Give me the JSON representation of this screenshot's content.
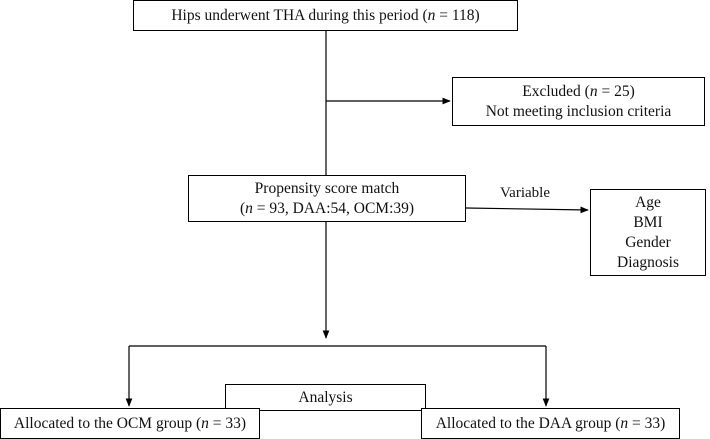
{
  "nodes": {
    "hips": {
      "pre": "Hips underwent THA during this period (",
      "n": "n",
      "post": " = 118)"
    },
    "excluded": {
      "line1_pre": "Excluded (",
      "n": "n",
      "line1_post": " = 25)",
      "line2": "Not meeting inclusion criteria"
    },
    "psm": {
      "line1": "Propensity score match",
      "line2_pre": "(",
      "n": "n",
      "line2_post": " = 93, DAA:54, OCM:39)"
    },
    "variables": {
      "items": [
        "Age",
        "BMI",
        "Gender",
        "Diagnosis"
      ]
    },
    "analysis": {
      "label": "Analysis"
    },
    "ocm": {
      "pre": "Allocated to the OCM group (",
      "n": "n",
      "post": " = 33)"
    },
    "daa": {
      "pre": "Allocated to the DAA group (",
      "n": "n",
      "post": " = 33)"
    }
  },
  "edges": {
    "variable_label": "Variable"
  }
}
